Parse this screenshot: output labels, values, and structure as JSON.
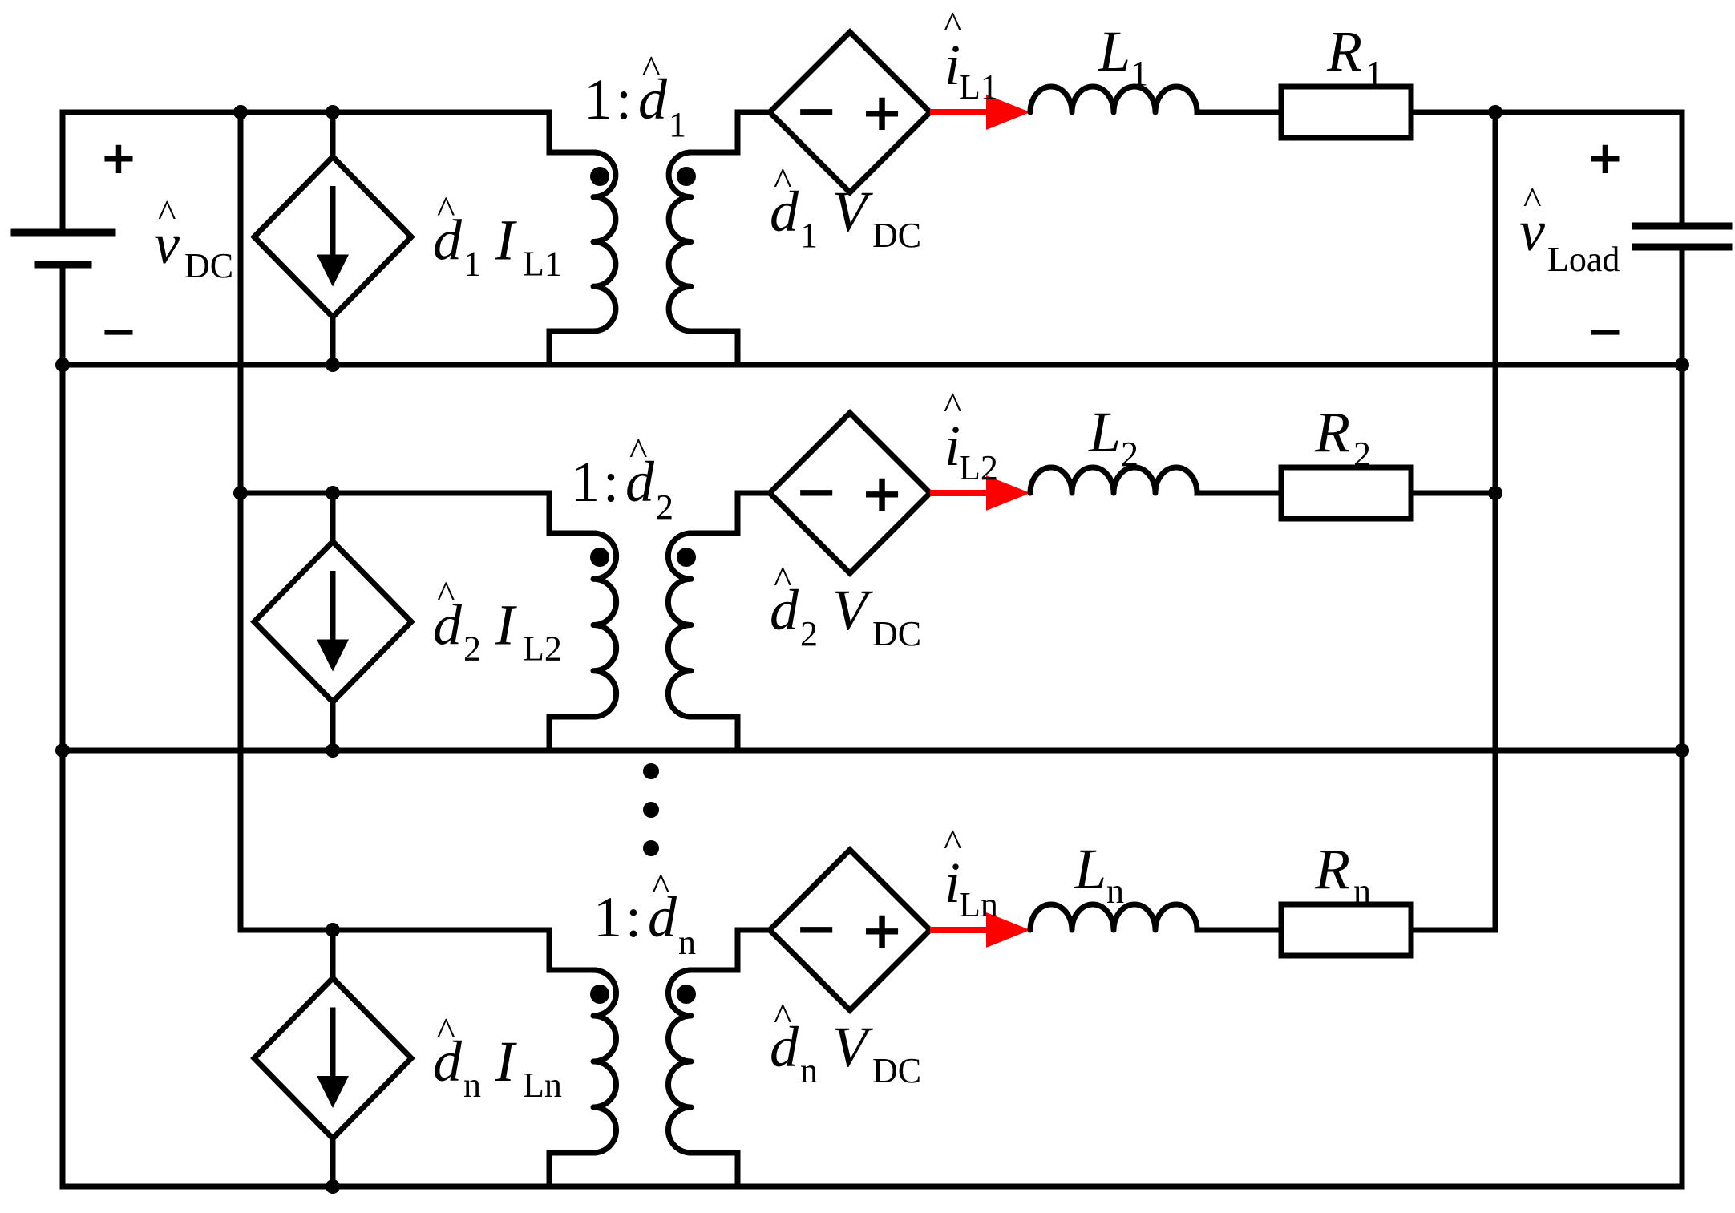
{
  "source": {
    "voltage_label": "v",
    "voltage_sub": "DC",
    "plus": "+",
    "minus": "−"
  },
  "load": {
    "voltage_label": "v",
    "voltage_sub": "Load",
    "plus": "+",
    "minus": "−"
  },
  "branches": [
    {
      "ratio_one": "1",
      "ratio_colon": ":",
      "ratio_d": "d",
      "ratio_d_sub": "1",
      "cs_d": "d",
      "cs_d_sub": "1",
      "cs_I": "I",
      "cs_I_sub": "L1",
      "vs_d": "d",
      "vs_d_sub": "1",
      "vs_V": "V",
      "vs_V_sub": "DC",
      "vs_minus": "−",
      "vs_plus": "+",
      "current": "i",
      "current_sub": "L1",
      "inductor": "L",
      "inductor_sub": "1",
      "resistor": "R",
      "resistor_sub": "1"
    },
    {
      "ratio_one": "1",
      "ratio_colon": ":",
      "ratio_d": "d",
      "ratio_d_sub": "2",
      "cs_d": "d",
      "cs_d_sub": "2",
      "cs_I": "I",
      "cs_I_sub": "L2",
      "vs_d": "d",
      "vs_d_sub": "2",
      "vs_V": "V",
      "vs_V_sub": "DC",
      "vs_minus": "−",
      "vs_plus": "+",
      "current": "i",
      "current_sub": "L2",
      "inductor": "L",
      "inductor_sub": "2",
      "resistor": "R",
      "resistor_sub": "2"
    },
    {
      "ratio_one": "1",
      "ratio_colon": ":",
      "ratio_d": "d",
      "ratio_d_sub": "n",
      "cs_d": "d",
      "cs_d_sub": "n",
      "cs_I": "I",
      "cs_I_sub": "Ln",
      "vs_d": "d",
      "vs_d_sub": "n",
      "vs_V": "V",
      "vs_V_sub": "DC",
      "vs_minus": "−",
      "vs_plus": "+",
      "current": "i",
      "current_sub": "Ln",
      "inductor": "L",
      "inductor_sub": "n",
      "resistor": "R",
      "resistor_sub": "n"
    }
  ],
  "colors": {
    "wire": "#000000",
    "current_arrow": "#ff0000"
  }
}
